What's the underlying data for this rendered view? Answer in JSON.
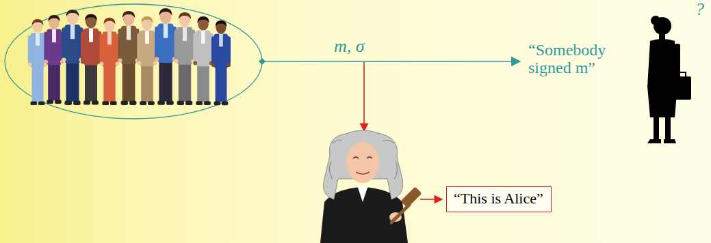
{
  "diagram": {
    "nodes": [
      {
        "text": [
          "“This is Alice”"
        ]
      }
    ],
    "labels": [
      "m, σ",
      "“Somebody signed m”",
      "?"
    ]
  }
}
